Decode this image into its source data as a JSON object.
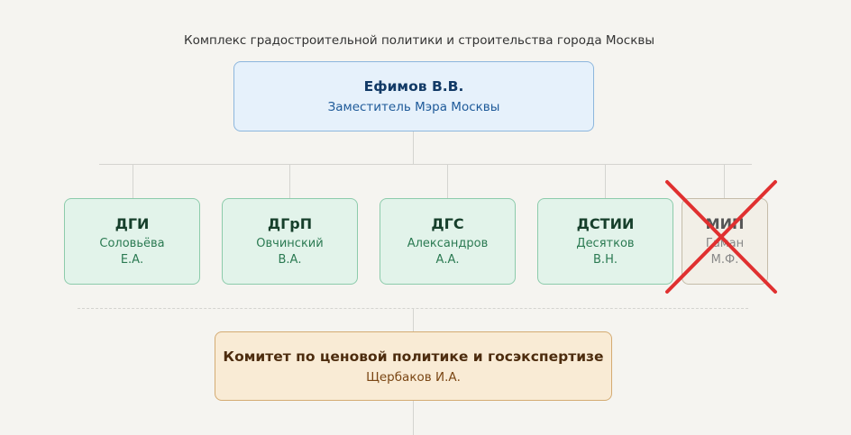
{
  "caption": "Комплекс градостроительной политики и строительства города Москвы",
  "head": {
    "name": "Ефимов В.В.",
    "role": "Заместитель Мэра Москвы"
  },
  "departments": [
    {
      "abbr": "ДГИ",
      "person_line1": "Соловьёва",
      "person_line2": "Е.А."
    },
    {
      "abbr": "ДГрП",
      "person_line1": "Овчинский",
      "person_line2": "В.А."
    },
    {
      "abbr": "ДГС",
      "person_line1": "Александров",
      "person_line2": "А.А."
    },
    {
      "abbr": "ДСТИИ",
      "person_line1": "Десятков",
      "person_line2": "В.Н."
    },
    {
      "abbr": "МИП",
      "person_line1": "Гаман",
      "person_line2": "М.Ф.",
      "crossed_out": true
    }
  ],
  "committee": {
    "name": "Комитет по ценовой политике и госэкспертизе",
    "head": "Щербаков И.А."
  },
  "colors": {
    "head_fill": "#e6f1fb",
    "dept_fill": "#e2f3ea",
    "crossed_fill": "#f2efe7",
    "committee_fill": "#f9ebd5",
    "cross": "#e03030"
  }
}
